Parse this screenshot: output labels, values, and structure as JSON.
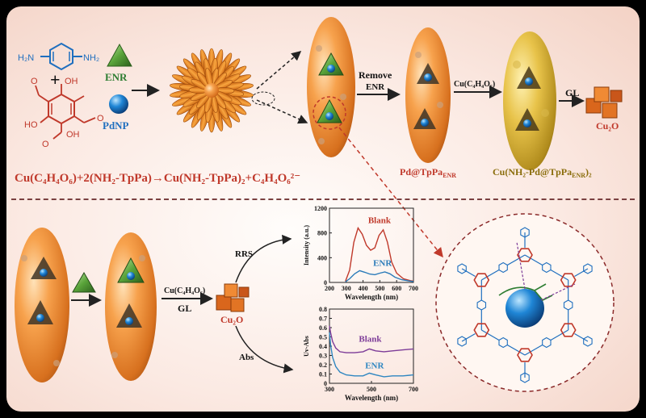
{
  "reactants": {
    "amine_left": "H₂N",
    "amine_right": "NH₂",
    "aldehyde_oh2": "OH",
    "aldehyde_ho": "HO",
    "aldehyde_oh3": "OH",
    "aldehyde_o": "O",
    "enr_label": "ENR",
    "pdnp_label": "PdNP"
  },
  "steps": {
    "remove": "Remove",
    "remove_enr": "ENR",
    "cu_reagent": "Cu(C₄H₄O₆)",
    "gl": "GL",
    "cu2o": "Cu₂O"
  },
  "products": {
    "pd_tppa": "Pd@TpPa",
    "pd_tppa_sub": "ENR",
    "cu_complex_pre": "Cu(NH₂-Pd@TpPa",
    "cu_complex_sub": "ENR",
    "cu_complex_post": ")₂"
  },
  "equation": "Cu(C₄H₄O₆)+2(NH₂-TpPa)→Cu(NH₂-TpPa)₂+C₄H₄O₆²⁻",
  "bottom": {
    "cu_reagent": "Cu(C₄H₄O₆)",
    "gl": "GL",
    "cu2o": "Cu₂O",
    "rrs": "RRS",
    "abs": "Abs"
  },
  "chart_data": [
    {
      "type": "line",
      "xlabel": "Wavelength (nm)",
      "ylabel": "Intensity (a.u.)",
      "xlim": [
        200,
        700
      ],
      "ylim": [
        0,
        1200
      ],
      "xticks": [
        200,
        300,
        400,
        500,
        600,
        700
      ],
      "yticks": [
        0,
        400,
        800,
        1200
      ],
      "series": [
        {
          "name": "Blank",
          "color": "#c0392b",
          "x": [
            295,
            320,
            345,
            370,
            395,
            420,
            445,
            470,
            495,
            520,
            545,
            570,
            600,
            640,
            680,
            700
          ],
          "y": [
            20,
            200,
            650,
            880,
            780,
            600,
            520,
            560,
            760,
            850,
            650,
            330,
            150,
            60,
            30,
            20
          ]
        },
        {
          "name": "ENR",
          "color": "#2b7bb9",
          "x": [
            295,
            320,
            350,
            380,
            410,
            440,
            470,
            500,
            530,
            560,
            590,
            630,
            670,
            700
          ],
          "y": [
            10,
            60,
            140,
            190,
            165,
            135,
            125,
            150,
            170,
            140,
            85,
            45,
            25,
            15
          ]
        }
      ]
    },
    {
      "type": "line",
      "xlabel": "Wavelength (nm)",
      "ylabel": "Uv-Abs",
      "xlim": [
        300,
        700
      ],
      "ylim": [
        0,
        0.8
      ],
      "xticks": [
        300,
        500,
        700
      ],
      "yticks": [
        0,
        0.1,
        0.2,
        0.3,
        0.4,
        0.5,
        0.6,
        0.7,
        0.8
      ],
      "series": [
        {
          "name": "Blank",
          "color": "#7d3c98",
          "x": [
            300,
            305,
            315,
            330,
            350,
            380,
            420,
            460,
            490,
            520,
            560,
            600,
            650,
            700
          ],
          "y": [
            0.62,
            0.55,
            0.45,
            0.38,
            0.34,
            0.33,
            0.33,
            0.34,
            0.37,
            0.35,
            0.34,
            0.35,
            0.36,
            0.37
          ]
        },
        {
          "name": "ENR",
          "color": "#2e86c1",
          "x": [
            300,
            305,
            315,
            330,
            350,
            380,
            420,
            460,
            490,
            520,
            560,
            600,
            650,
            700
          ],
          "y": [
            0.55,
            0.42,
            0.28,
            0.18,
            0.12,
            0.09,
            0.08,
            0.08,
            0.11,
            0.09,
            0.07,
            0.08,
            0.08,
            0.09
          ]
        }
      ]
    }
  ]
}
